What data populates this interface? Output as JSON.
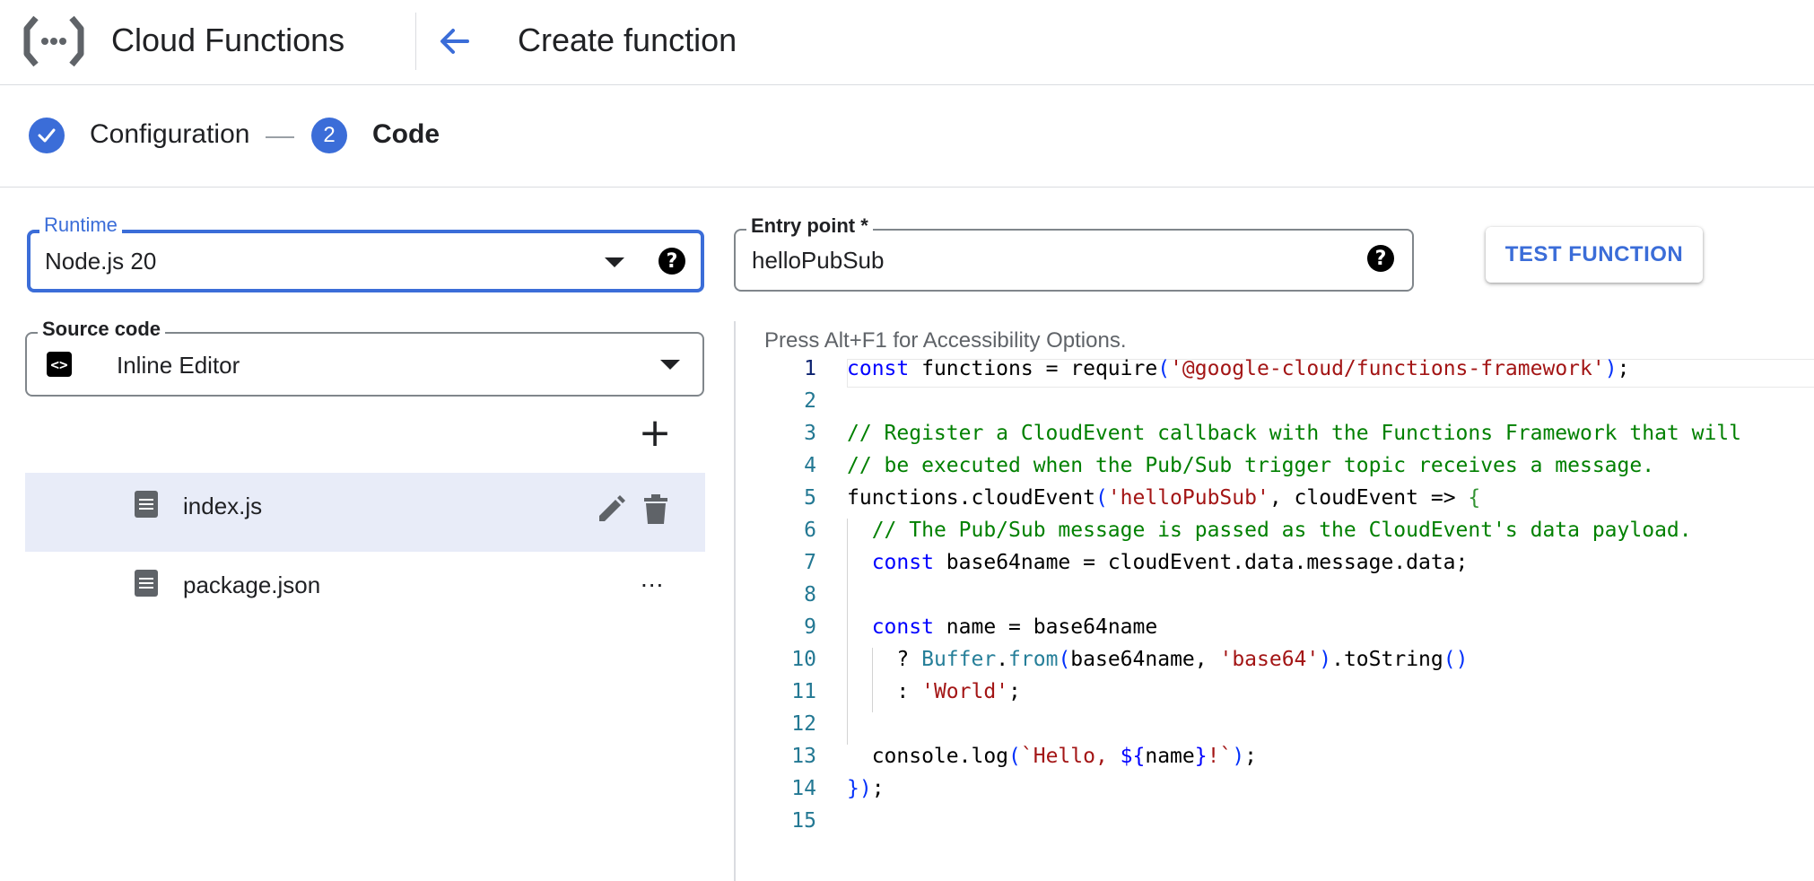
{
  "header": {
    "product_title": "Cloud Functions",
    "page_title": "Create function",
    "logo_icon": "cloud-functions-logo",
    "back_icon": "arrow-back-icon"
  },
  "stepper": {
    "step1_label": "Configuration",
    "step2_number": "2",
    "step2_label": "Code"
  },
  "runtime": {
    "label": "Runtime",
    "value": "Node.js 20"
  },
  "entry_point": {
    "label": "Entry point *",
    "value": "helloPubSub"
  },
  "test_button": "TEST FUNCTION",
  "source_code": {
    "label": "Source code",
    "value": "Inline Editor",
    "icon_text": "<>"
  },
  "files": [
    {
      "name": "index.js",
      "active": true
    },
    {
      "name": "package.json",
      "active": false,
      "more": "..."
    }
  ],
  "editor": {
    "accessibility_hint": "Press Alt+F1 for Accessibility Options.",
    "line_numbers": [
      "1",
      "2",
      "3",
      "4",
      "5",
      "6",
      "7",
      "8",
      "9",
      "10",
      "11",
      "12",
      "13",
      "14",
      "15"
    ],
    "lines": [
      "const functions = require('@google-cloud/functions-framework');",
      "",
      "// Register a CloudEvent callback with the Functions Framework that will",
      "// be executed when the Pub/Sub trigger topic receives a message.",
      "functions.cloudEvent('helloPubSub', cloudEvent => {",
      "  // The Pub/Sub message is passed as the CloudEvent's data payload.",
      "  const base64name = cloudEvent.data.message.data;",
      "",
      "  const name = base64name",
      "    ? Buffer.from(base64name, 'base64').toString()",
      "    : 'World';",
      "",
      "  console.log(`Hello, ${name}!`);",
      "});",
      ""
    ]
  },
  "colors": {
    "accent": "#3b6dd8",
    "keyword": "#0000ff",
    "string": "#a31515",
    "comment": "#008000",
    "line_number": "#237893"
  }
}
